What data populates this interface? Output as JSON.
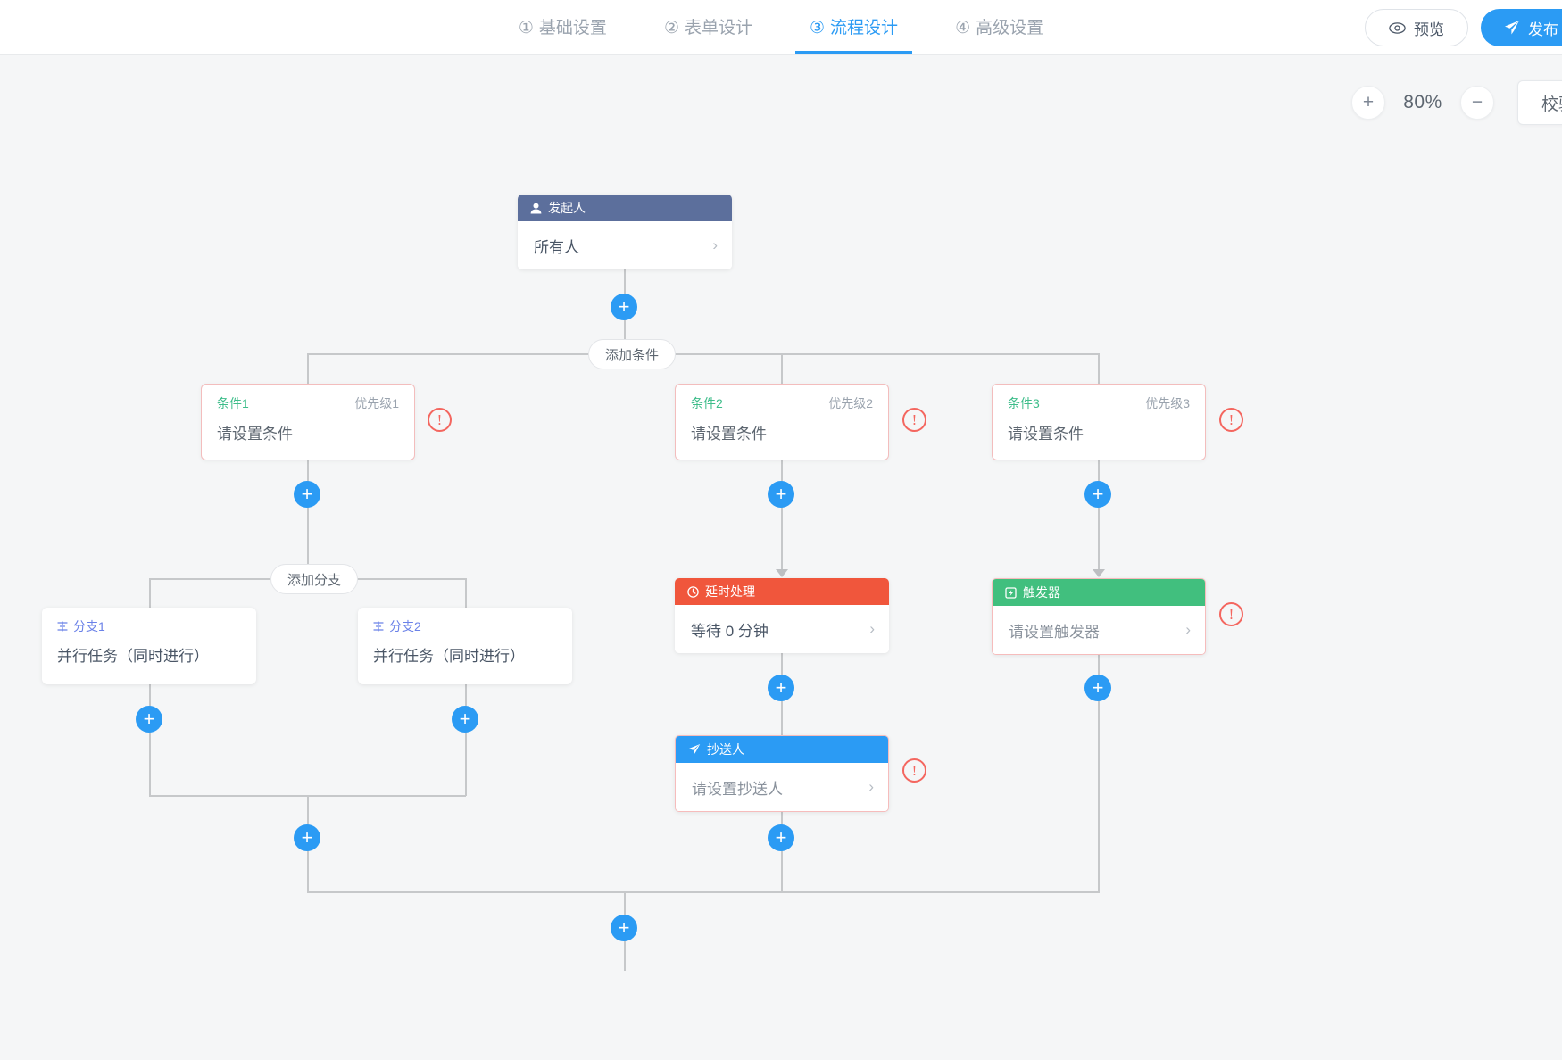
{
  "header": {
    "steps": [
      {
        "idx": "①",
        "label": "基础设置",
        "active": false
      },
      {
        "idx": "②",
        "label": "表单设计",
        "active": false
      },
      {
        "idx": "③",
        "label": "流程设计",
        "active": true
      },
      {
        "idx": "④",
        "label": "高级设置",
        "active": false
      }
    ],
    "preview_label": "预览",
    "publish_label": "发布"
  },
  "toolbar": {
    "zoom_in": "+",
    "zoom_out": "−",
    "zoom_level": "80%",
    "validate_label": "校验流程"
  },
  "flow": {
    "initiator": {
      "title": "发起人",
      "value": "所有人",
      "chevron": "›",
      "header_color": "#5c6f9c"
    },
    "add_condition_label": "添加条件",
    "add_branch_label": "添加分支",
    "plus_label": "+",
    "warn_glyph": "!",
    "conditions": [
      {
        "name": "条件1",
        "priority": "优先级1",
        "body": "请设置条件"
      },
      {
        "name": "条件2",
        "priority": "优先级2",
        "body": "请设置条件"
      },
      {
        "name": "条件3",
        "priority": "优先级3",
        "body": "请设置条件"
      }
    ],
    "branches": [
      {
        "name": "分支1",
        "body": "并行任务（同时进行）"
      },
      {
        "name": "分支2",
        "body": "并行任务（同时进行）"
      }
    ],
    "delay": {
      "title": "延时处理",
      "value": "等待 0 分钟",
      "chevron": "›",
      "header_color": "#f0563c"
    },
    "cc": {
      "title": "抄送人",
      "value": "请设置抄送人",
      "chevron": "›",
      "header_color": "#2b9bf4"
    },
    "trigger": {
      "title": "触发器",
      "value": "请设置触发器",
      "chevron": "›",
      "header_color": "#41bf7e"
    }
  }
}
